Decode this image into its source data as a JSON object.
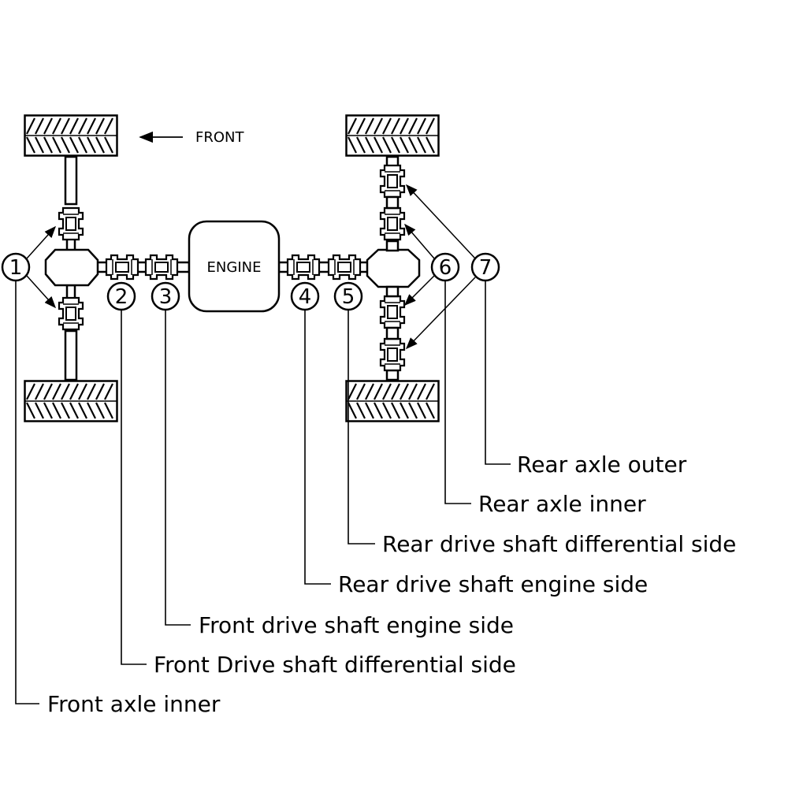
{
  "front_label": "FRONT",
  "engine_label": "ENGINE",
  "callouts": [
    {
      "num": "1",
      "label": "Front axle inner"
    },
    {
      "num": "2",
      "label": "Front Drive shaft differential side"
    },
    {
      "num": "3",
      "label": "Front drive shaft engine side"
    },
    {
      "num": "4",
      "label": "Rear drive shaft engine side"
    },
    {
      "num": "5",
      "label": "Rear drive shaft differential side"
    },
    {
      "num": "6",
      "label": "Rear axle inner"
    },
    {
      "num": "7",
      "label": "Rear axle outer"
    }
  ]
}
